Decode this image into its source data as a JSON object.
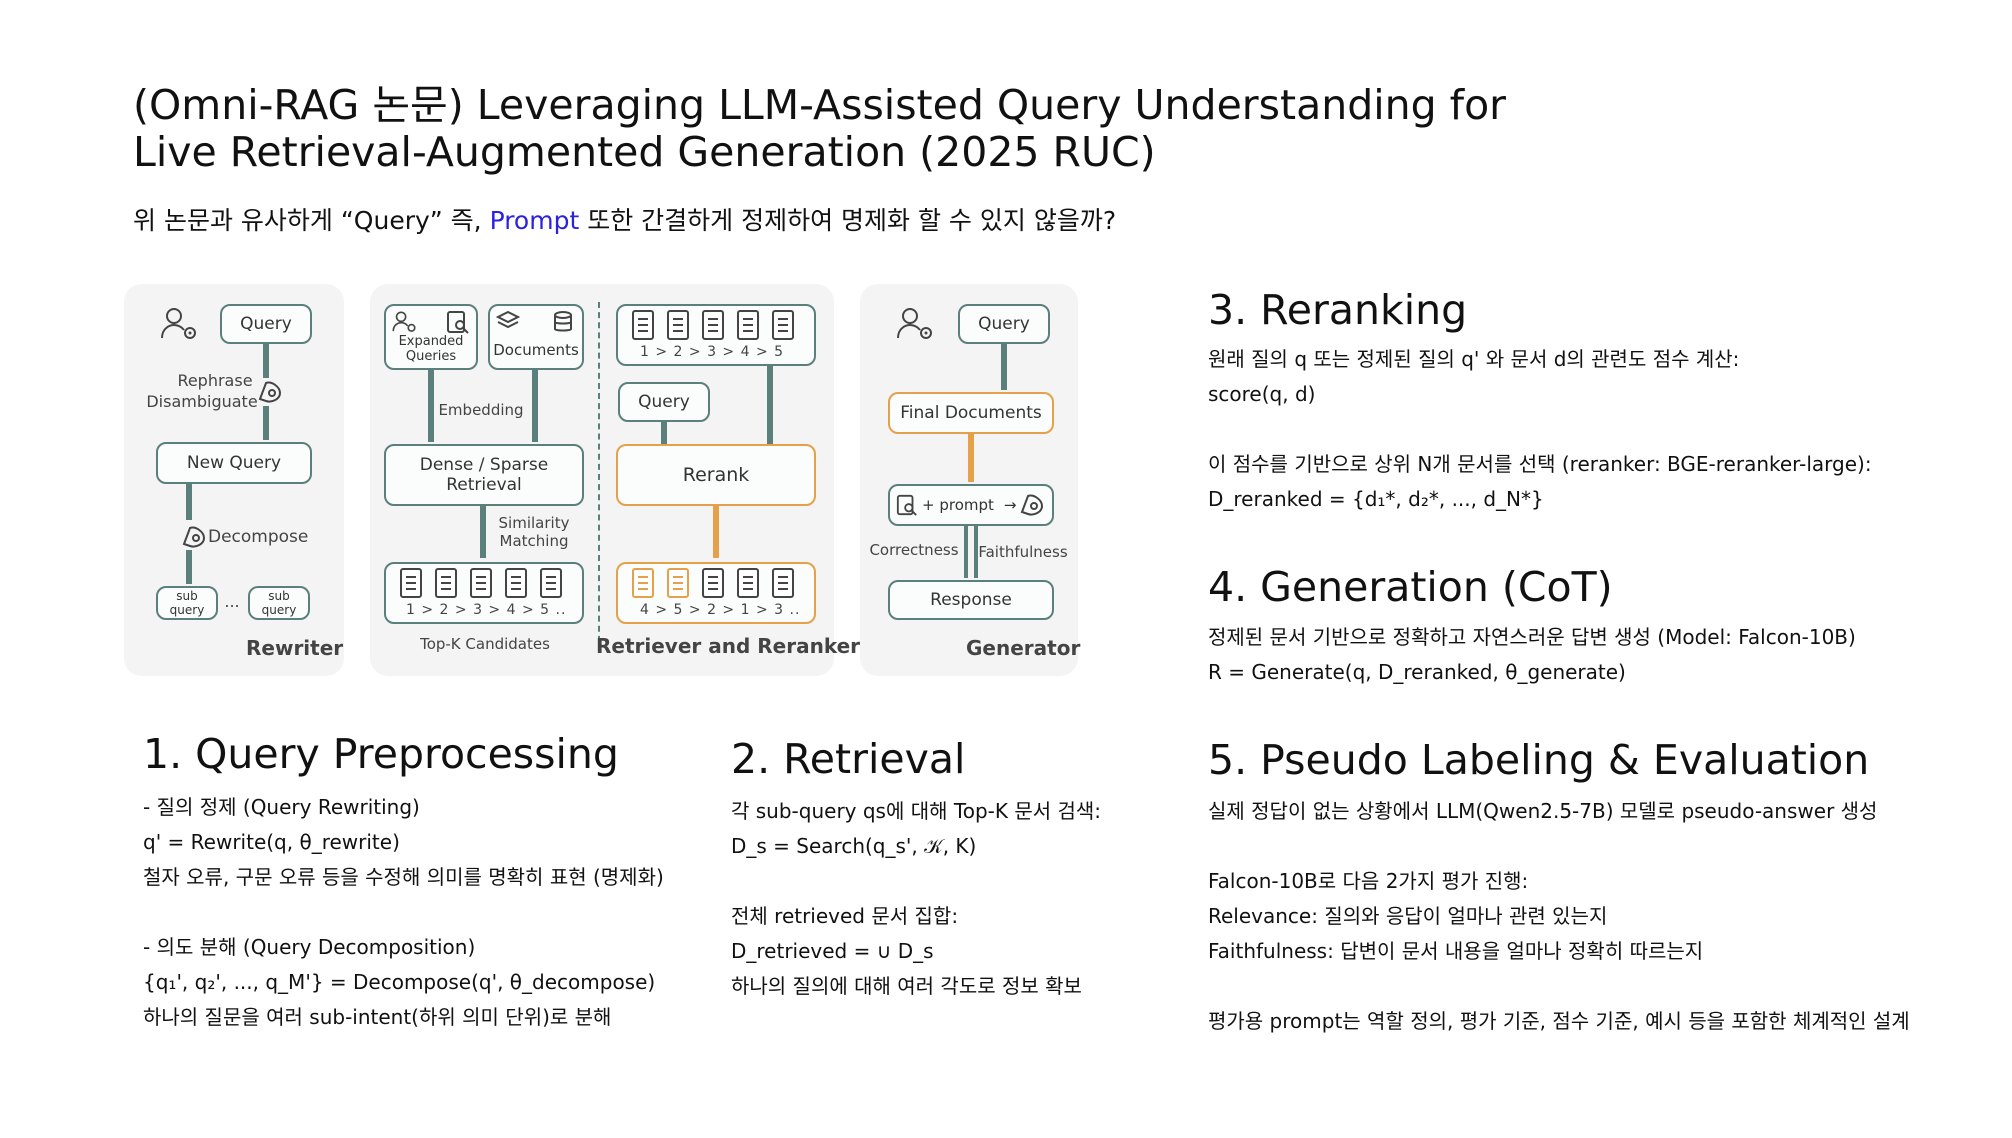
{
  "title": {
    "line1": "(Omni-RAG 논문) Leveraging LLM-Assisted Query Understanding for",
    "line2": "Live Retrieval-Augmented Generation (2025  RUC)"
  },
  "subtitle": {
    "before": "위 논문과 유사하게 “Query” 즉, ",
    "accent": "Prompt",
    "after": " 또한 간결하게 정제하여 명제화 할 수 있지 않을까?",
    "accent_color": "#2b22e0"
  },
  "diagram": {
    "rewriter": {
      "query": "Query",
      "rephrase": "Rephrase",
      "disambiguate": "Disambiguate",
      "new_query": "New Query",
      "decompose": "Decompose",
      "sub_query": "sub\nquery",
      "ellipsis": "...",
      "panel_title": "Rewriter"
    },
    "retriever": {
      "expanded": "Expanded\nQueries",
      "documents": "Documents",
      "embedding": "Embedding",
      "dense_sparse": "Dense / Sparse\nRetrieval",
      "similarity": "Similarity\nMatching",
      "topk_seq": "1 > 2 > 3 > 4 > 5 ..",
      "topk_label": "Top-K Candidates",
      "ranked_seq_top": "1 > 2 > 3 > 4 > 5",
      "query": "Query",
      "rerank": "Rerank",
      "reranked_seq": "4 > 5 > 2 > 1 > 3 ..",
      "panel_title": "Retriever and Reranker"
    },
    "generator": {
      "query": "Query",
      "final_docs": "Final Documents",
      "prompt": "+ prompt",
      "correctness": "Correctness",
      "faithfulness": "Faithfulness",
      "response": "Response",
      "panel_title": "Generator"
    },
    "colors": {
      "teal": "#5b7f7b",
      "orange": "#e5a04a"
    }
  },
  "sections": {
    "s1": {
      "heading": "1. Query Preprocessing",
      "lines": [
        "-  질의 정제 (Query Rewriting)",
        "q' = Rewrite(q, θ_rewrite)",
        "철자 오류, 구문 오류 등을 수정해 의미를 명확히 표현 (명제화)",
        "",
        "- 의도 분해 (Query Decomposition)",
        "{q₁', q₂', ..., q_M'} = Decompose(q', θ_decompose)",
        "하나의 질문을 여러 sub-intent(하위 의미 단위)로 분해"
      ]
    },
    "s2": {
      "heading": "2. Retrieval",
      "lines": [
        "각 sub-query qs에 대해 Top-K 문서 검색:",
        "D_s = Search(q_s', 𝒦, K)",
        "",
        "전체 retrieved 문서 집합:",
        "D_retrieved = ∪ D_s",
        "하나의 질의에 대해 여러 각도로 정보 확보"
      ]
    },
    "s3": {
      "heading": "3. Reranking",
      "lines": [
        "원래 질의 q 또는 정제된 질의 q' 와 문서 d의 관련도 점수 계산:",
        "score(q, d)",
        "",
        "이 점수를 기반으로 상위 N개 문서를 선택 (reranker: BGE-reranker-large):",
        "D_reranked = {d₁*, d₂*, ..., d_N*}"
      ]
    },
    "s4": {
      "heading": "4. Generation (CoT)",
      "lines": [
        "정제된 문서 기반으로 정확하고 자연스러운 답변 생성 (Model: Falcon-10B)",
        "R = Generate(q, D_reranked, θ_generate)"
      ]
    },
    "s5": {
      "heading": "5. Pseudo Labeling & Evaluation",
      "lines": [
        "실제 정답이 없는 상황에서 LLM(Qwen2.5-7B) 모델로 pseudo-answer 생성",
        "",
        "Falcon-10B로 다음 2가지 평가 진행:",
        "Relevance: 질의와 응답이 얼마나 관련 있는지",
        "Faithfulness: 답변이 문서 내용을 얼마나 정확히 따르는지",
        "",
        "평가용 prompt는 역할 정의, 평가 기준, 점수 기준, 예시 등을 포함한 체계적인 설계"
      ]
    }
  }
}
